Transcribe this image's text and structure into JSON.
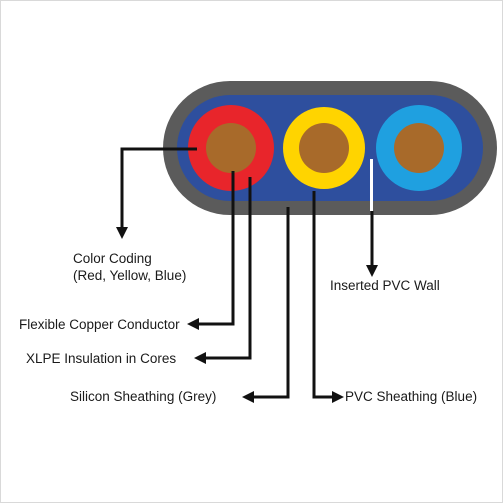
{
  "colors": {
    "outer_sheath": "#5b5b5b",
    "inner_sheath": "#2e4f9e",
    "red_core": "#e8252b",
    "yellow_core": "#ffd400",
    "blue_core": "#1fa0e0",
    "copper": "#a86a2a",
    "pvc_wall": "#ffffff",
    "leader_line": "#111111"
  },
  "labels": {
    "color_coding_line1": "Color Coding",
    "color_coding_line2": "(Red, Yellow, Blue)",
    "inserted_pvc_wall": "Inserted PVC Wall",
    "flexible_copper_conductor": "Flexible Copper Conductor",
    "xlpe_insulation": "XLPE Insulation in Cores",
    "silicon_sheathing": "Silicon Sheathing (Grey)",
    "pvc_sheathing": "PVC Sheathing (Blue)"
  }
}
